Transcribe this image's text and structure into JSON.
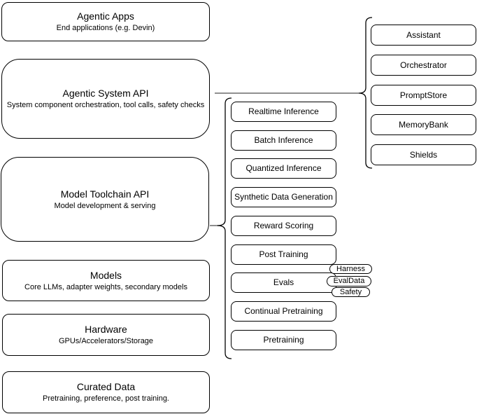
{
  "colors": {
    "background": "#ffffff",
    "shape_fill": "#ffffff",
    "shape_stroke": "#000000",
    "text": "#000000",
    "connector": "#808080"
  },
  "left_column": {
    "boxes": [
      {
        "title": "Agentic Apps",
        "subtitle": "End applications (e.g. Devin)"
      },
      {
        "title": "Agentic System API",
        "subtitle": "System component orchestration, tool calls, safety checks"
      },
      {
        "title": "Model Toolchain API",
        "subtitle": "Model development & serving"
      },
      {
        "title": "Models",
        "subtitle": "Core LLMs, adapter weights, secondary models"
      },
      {
        "title": "Hardware",
        "subtitle": "GPUs/Accelerators/Storage"
      },
      {
        "title": "Curated Data",
        "subtitle": "Pretraining, preference, post training."
      }
    ]
  },
  "toolchain_components": {
    "items": [
      {
        "label": "Realtime Inference"
      },
      {
        "label": "Batch Inference"
      },
      {
        "label": "Quantized Inference"
      },
      {
        "label": "Synthetic Data Generation"
      },
      {
        "label": "Reward Scoring"
      },
      {
        "label": "Post Training"
      },
      {
        "label": "Evals"
      },
      {
        "label": "Continual Pretraining"
      },
      {
        "label": "Pretraining"
      }
    ]
  },
  "evals_tags": {
    "items": [
      {
        "label": "Harness"
      },
      {
        "label": "EvalData"
      },
      {
        "label": "Safety"
      }
    ]
  },
  "system_components": {
    "items": [
      {
        "label": "Assistant"
      },
      {
        "label": "Orchestrator"
      },
      {
        "label": "PromptStore"
      },
      {
        "label": "MemoryBank"
      },
      {
        "label": "Shields"
      }
    ]
  }
}
